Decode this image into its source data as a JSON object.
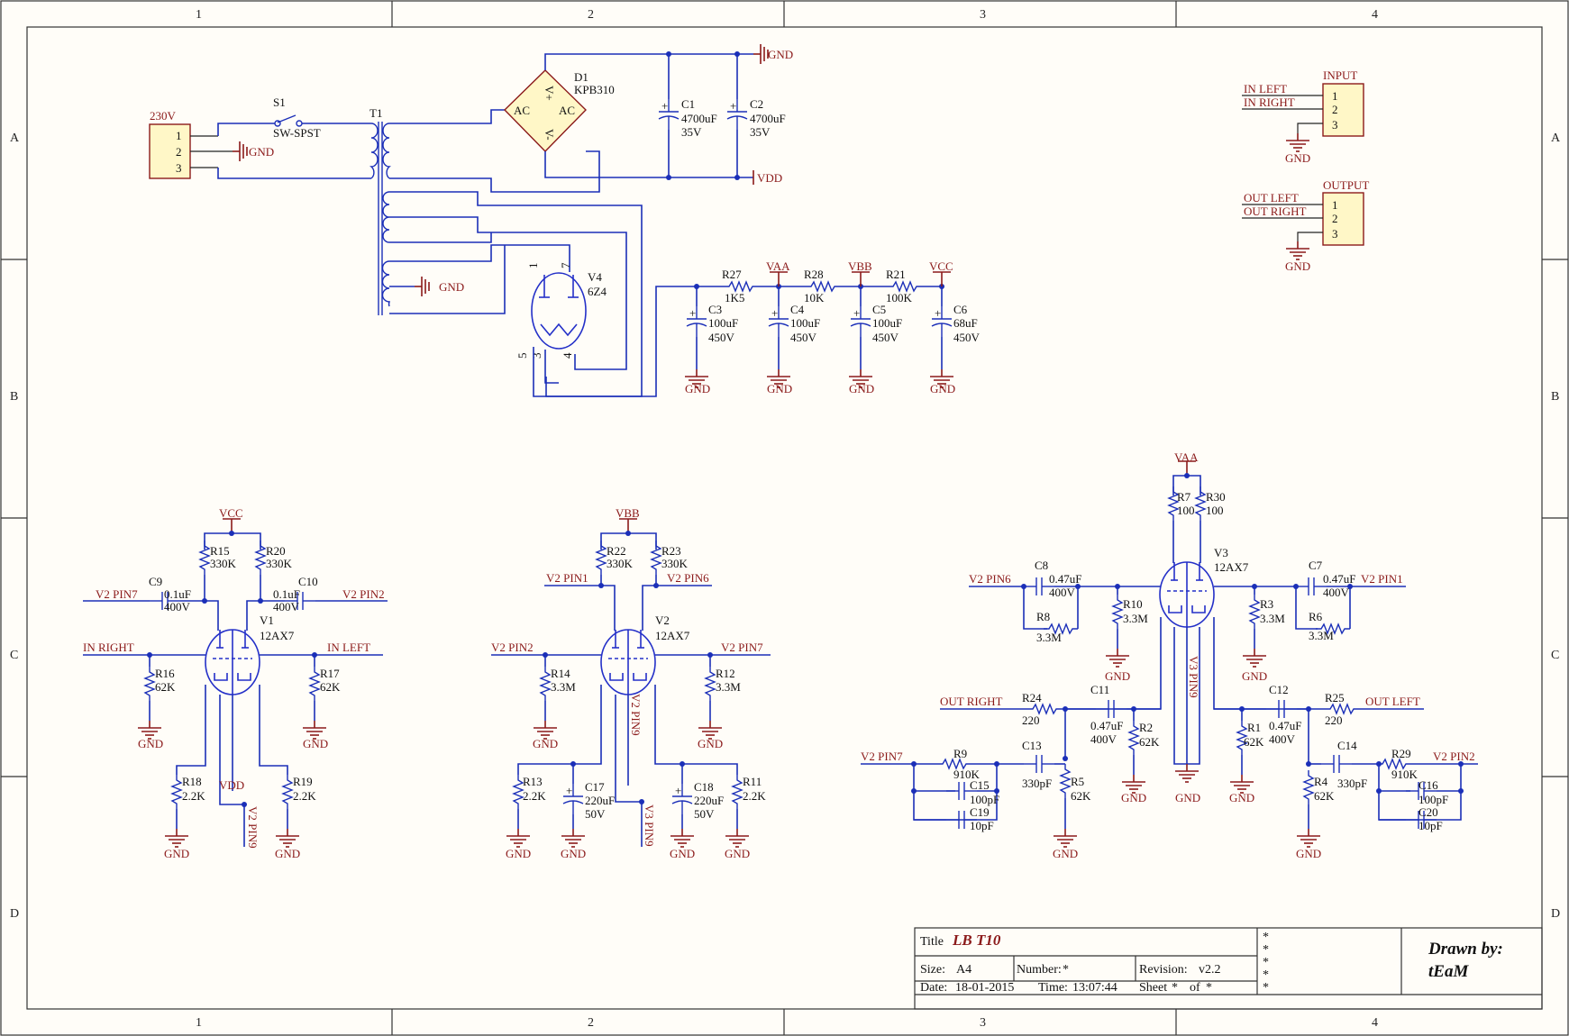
{
  "sheet": {
    "columns": [
      "1",
      "2",
      "3",
      "4"
    ],
    "rows": [
      "A",
      "B",
      "C",
      "D"
    ]
  },
  "title_block": {
    "title_label": "Title",
    "title": "LB T10",
    "size_label": "Size:",
    "size": "A4",
    "number_label": "Number:",
    "number": "*",
    "revision_label": "Revision:",
    "revision": "v2.2",
    "date_label": "Date:",
    "date": "18-01-2015",
    "time_label": "Time:",
    "time": "13:07:44",
    "sheet_label": "Sheet",
    "sheet_value": "*",
    "of_label": "of",
    "of_value": "*",
    "stars": [
      "*",
      "*",
      "*",
      "*",
      "*"
    ],
    "drawn_by_label": "Drawn by:",
    "drawn_by": "tEaM"
  },
  "power": {
    "conn_230": {
      "ref": "230V",
      "pins": [
        "1",
        "2",
        "3"
      ]
    },
    "s1": {
      "ref": "S1",
      "value": "SW-SPST"
    },
    "t1": {
      "ref": "T1"
    },
    "d1": {
      "ref": "D1",
      "value": "KPB310",
      "ac1": "AC",
      "ac2": "AC",
      "pos": "V+",
      "neg": "V-"
    },
    "c1": {
      "ref": "C1",
      "value": "4700uF",
      "volt": "35V"
    },
    "c2": {
      "ref": "C2",
      "value": "4700uF",
      "volt": "35V"
    },
    "v4": {
      "ref": "V4",
      "value": "6Z4",
      "pins": [
        "1",
        "7",
        "5",
        "3",
        "4"
      ]
    },
    "r27": {
      "ref": "R27",
      "value": "1K5"
    },
    "r28": {
      "ref": "R28",
      "value": "10K"
    },
    "r21": {
      "ref": "R21",
      "value": "100K"
    },
    "c3": {
      "ref": "C3",
      "value": "100uF",
      "volt": "450V"
    },
    "c4": {
      "ref": "C4",
      "value": "100uF",
      "volt": "450V"
    },
    "c5": {
      "ref": "C5",
      "value": "100uF",
      "volt": "450V"
    },
    "c6": {
      "ref": "C6",
      "value": "68uF",
      "volt": "450V"
    }
  },
  "nets": {
    "gnd": "GND",
    "vdd": "VDD",
    "vaa": "VAA",
    "vbb": "VBB",
    "vcc": "VCC",
    "in_left": "IN LEFT",
    "in_right": "IN RIGHT",
    "out_left": "OUT LEFT",
    "out_right": "OUT RIGHT",
    "v2pin1": "V2 PIN1",
    "v2pin2": "V2 PIN2",
    "v2pin6": "V2 PIN6",
    "v2pin7": "V2 PIN7",
    "v2pin9": "V2 PIN9",
    "v3pin9": "V3 PIN9"
  },
  "connectors": {
    "input": {
      "ref": "INPUT",
      "pins": [
        "1",
        "2",
        "3"
      ]
    },
    "output": {
      "ref": "OUTPUT",
      "pins": [
        "1",
        "2",
        "3"
      ]
    }
  },
  "stage_v1": {
    "v1": {
      "ref": "V1",
      "value": "12AX7"
    },
    "r15": {
      "ref": "R15",
      "value": "330K"
    },
    "r20": {
      "ref": "R20",
      "value": "330K"
    },
    "c9": {
      "ref": "C9",
      "value": "0.1uF",
      "volt": "400V"
    },
    "c10": {
      "ref": "C10",
      "value": "0.1uF",
      "volt": "400V"
    },
    "r16": {
      "ref": "R16",
      "value": "62K"
    },
    "r17": {
      "ref": "R17",
      "value": "62K"
    },
    "r18": {
      "ref": "R18",
      "value": "2.2K"
    },
    "r19": {
      "ref": "R19",
      "value": "2.2K"
    }
  },
  "stage_v2": {
    "v2": {
      "ref": "V2",
      "value": "12AX7"
    },
    "r22": {
      "ref": "R22",
      "value": "330K"
    },
    "r23": {
      "ref": "R23",
      "value": "330K"
    },
    "r14": {
      "ref": "R14",
      "value": "3.3M"
    },
    "r12": {
      "ref": "R12",
      "value": "3.3M"
    },
    "r13": {
      "ref": "R13",
      "value": "2.2K"
    },
    "r11": {
      "ref": "R11",
      "value": "2.2K"
    },
    "c17": {
      "ref": "C17",
      "value": "220uF",
      "volt": "50V"
    },
    "c18": {
      "ref": "C18",
      "value": "220uF",
      "volt": "50V"
    }
  },
  "stage_v3": {
    "v3": {
      "ref": "V3",
      "value": "12AX7"
    },
    "r7": {
      "ref": "R7",
      "value": "100"
    },
    "r30": {
      "ref": "R30",
      "value": "100"
    },
    "c8": {
      "ref": "C8",
      "value": "0.47uF",
      "volt": "400V"
    },
    "c7": {
      "ref": "C7",
      "value": "0.47uF",
      "volt": "400V"
    },
    "r8": {
      "ref": "R8",
      "value": "3.3M"
    },
    "r6": {
      "ref": "R6",
      "value": "3.3M"
    },
    "r10": {
      "ref": "R10",
      "value": "3.3M"
    },
    "r3": {
      "ref": "R3",
      "value": "3.3M"
    },
    "r24": {
      "ref": "R24",
      "value": "220"
    },
    "r25": {
      "ref": "R25",
      "value": "220"
    },
    "c11": {
      "ref": "C11",
      "value": "0.47uF",
      "volt": "400V"
    },
    "c12": {
      "ref": "C12",
      "value": "0.47uF",
      "volt": "400V"
    },
    "r2": {
      "ref": "R2",
      "value": "62K"
    },
    "r1": {
      "ref": "R1",
      "value": "62K"
    },
    "r9": {
      "ref": "R9",
      "value": "910K"
    },
    "r29": {
      "ref": "R29",
      "value": "910K"
    },
    "c13": {
      "ref": "C13",
      "value": "330pF"
    },
    "c14": {
      "ref": "C14",
      "value": "330pF"
    },
    "c15": {
      "ref": "C15",
      "value": "100pF"
    },
    "c16": {
      "ref": "C16",
      "value": "100pF"
    },
    "c19": {
      "ref": "C19",
      "value": "10pF"
    },
    "c20": {
      "ref": "C20",
      "value": "10pF"
    },
    "r5": {
      "ref": "R5",
      "value": "62K"
    },
    "r4": {
      "ref": "R4",
      "value": "62K"
    }
  }
}
